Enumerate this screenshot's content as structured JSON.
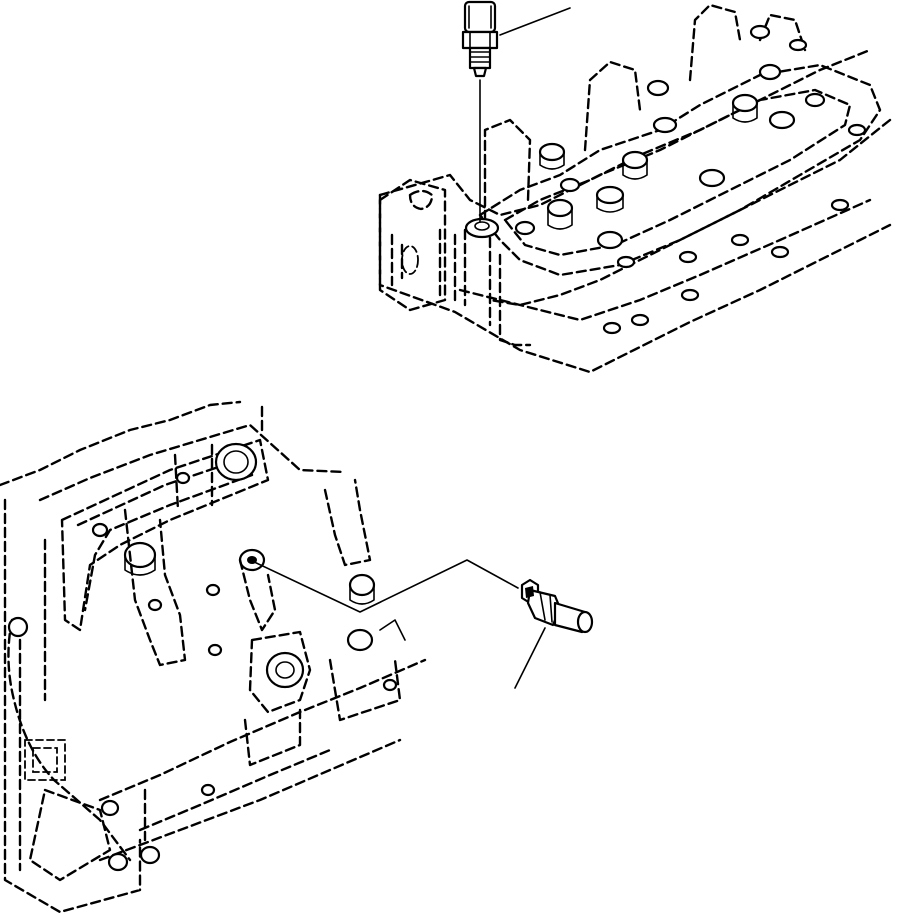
{
  "figure": {
    "kind": "exploded parts line drawing",
    "background": "#ffffff",
    "ink": "#000000",
    "labels": []
  },
  "parts": {
    "upper_sensor": {
      "icon": "sensor-probe-vertical"
    },
    "lower_sensor": {
      "icon": "sensor-switch-angled"
    }
  }
}
